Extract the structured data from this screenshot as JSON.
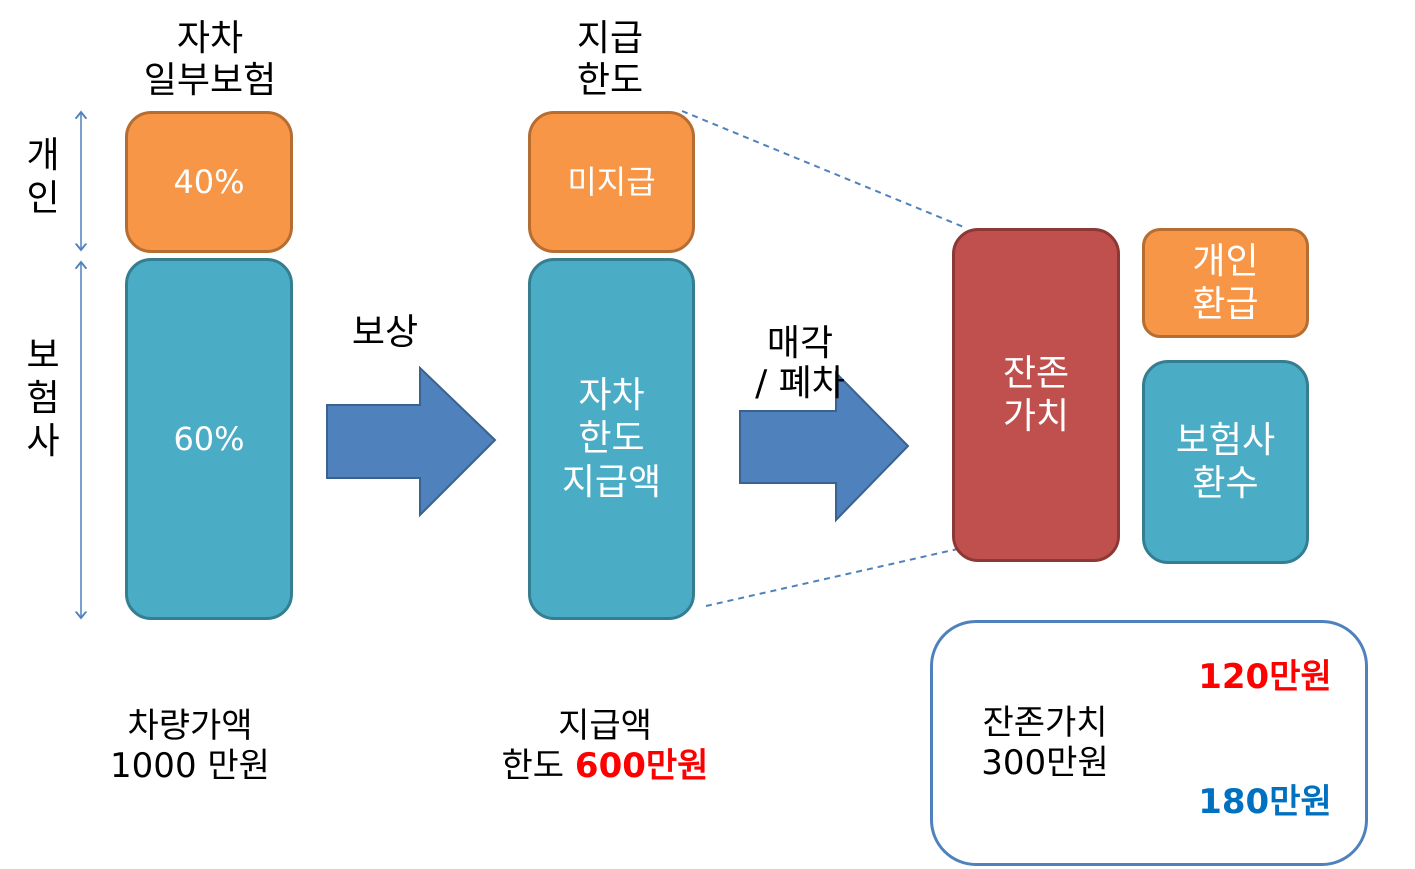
{
  "col1": {
    "top_label": [
      "자차",
      "일부보험"
    ],
    "side_personal": [
      "개",
      "인"
    ],
    "side_insurer": [
      "보",
      "험",
      "사"
    ],
    "personal_pct": "40%",
    "insurer_pct": "60%",
    "bottom_label": [
      "차량가액",
      "1000 만원"
    ]
  },
  "arrow1": {
    "label": "보상"
  },
  "col2": {
    "top_label": [
      "지급",
      "한도"
    ],
    "unpaid_label": "미지급",
    "paid_label": [
      "자차",
      "한도",
      "지급액"
    ],
    "bottom_label_line1": "지급액",
    "bottom_label_line2_prefix": "한도 ",
    "bottom_label_line2_amount": "600만원"
  },
  "arrow2": {
    "label": [
      "매각",
      "/ 폐차"
    ]
  },
  "col3": {
    "residual_label": [
      "잔존",
      "가치"
    ],
    "personal_refund": [
      "개인",
      "환급"
    ],
    "insurer_recovery": [
      "보험사",
      "환수"
    ]
  },
  "summary": {
    "residual_text": [
      "잔존가치",
      "300만원"
    ],
    "personal_amount": "120만원",
    "insurer_amount": "180만원"
  },
  "colors": {
    "orange": "#F79646",
    "teal": "#4BACC6",
    "red_box": "#C0504D",
    "arrow_blue": "#4F81BD",
    "highlight_red": "#FF0000",
    "highlight_blue": "#0070C0"
  }
}
